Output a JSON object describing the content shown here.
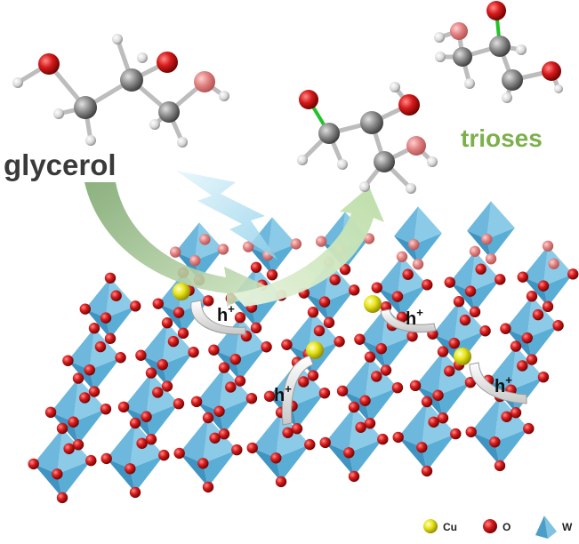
{
  "labels": {
    "reactant": "glycerol",
    "product": "trioses",
    "hole": "h",
    "hole_charge": "+"
  },
  "legend": [
    {
      "label": "Cu",
      "color": "#e8e41a",
      "icon": "sphere"
    },
    {
      "label": "O",
      "color": "#d01818",
      "icon": "sphere"
    },
    {
      "label": "W",
      "color": "#5aaed6",
      "icon": "octahedron"
    }
  ],
  "colors": {
    "octahedron": "#7ec3e3",
    "oxygen": "#cc1111",
    "copper": "#e6e31a",
    "carbon": "#8a8a8a",
    "hydrogen": "#e6e6e6",
    "double_bond": "#22c22a",
    "reactant_text": "#3a3a3a",
    "product_text": "#7bb04a",
    "arrow_in": "#9bbf8c",
    "arrow_out": "#c5e3b3",
    "lightning": "#bfe6f5"
  }
}
